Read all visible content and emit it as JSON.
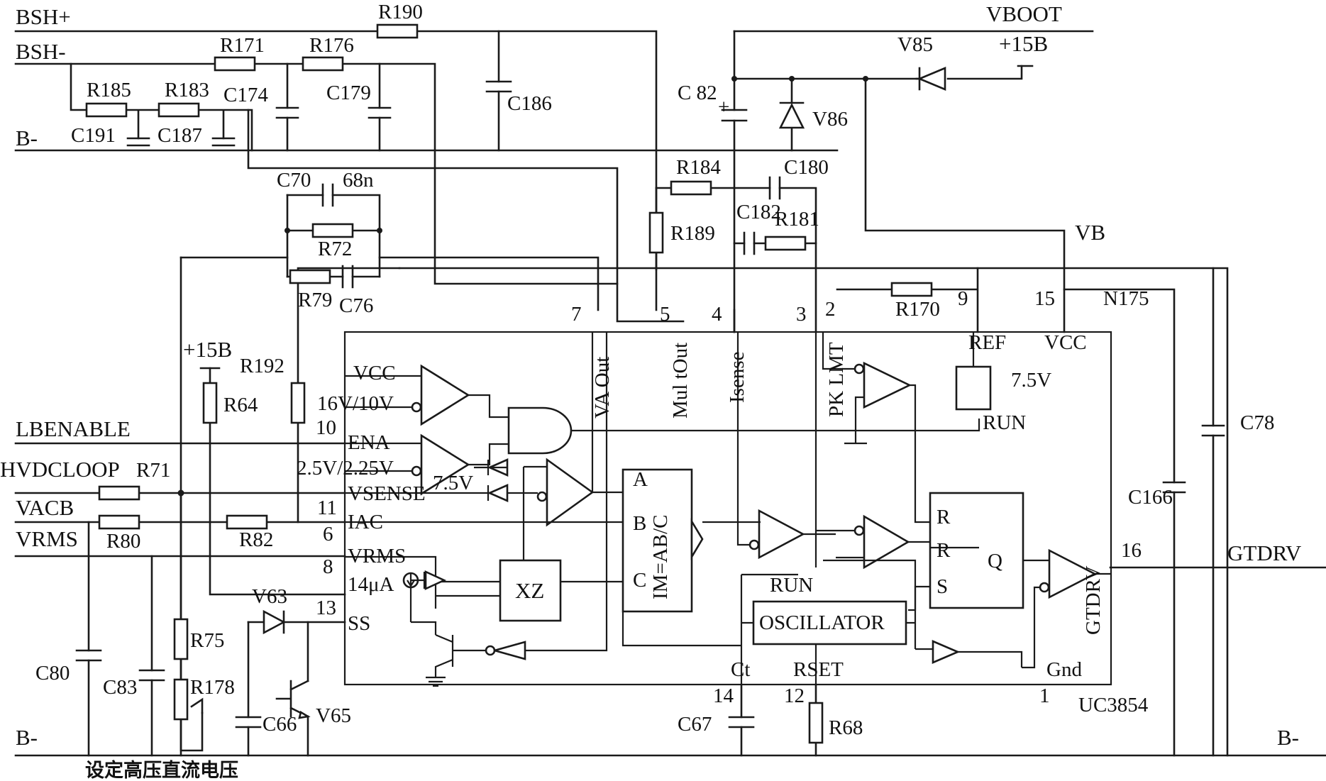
{
  "title": "UC3854",
  "caption": "设定高压直流电压",
  "nets": {
    "bsh_plus": "BSH+",
    "bsh_minus": "BSH-",
    "b_minus": "B-",
    "vboot": "VBOOT",
    "plus15b": "+15B",
    "vb": "VB",
    "lbenable": "LBENABLE",
    "hvdcloop": "HVDCLOOP",
    "vacb": "VACB",
    "vrms": "VRMS",
    "gtdrv": "GTDRV"
  },
  "components": {
    "r190": "R190",
    "r171": "R171",
    "r176": "R176",
    "r185": "R185",
    "r183": "R183",
    "c191": "C191",
    "c187": "C187",
    "c174": "C174",
    "c179": "C179",
    "c186": "C186",
    "c82": "C 82",
    "v85": "V85",
    "v86": "V86",
    "r184": "R184",
    "c180": "C180",
    "r189": "R189",
    "c182": "C182",
    "r181": "R181",
    "c70": "C70",
    "c70_value": "68n",
    "r72": "R72",
    "r79": "R79",
    "c76": "C76",
    "r170": "R170",
    "n175": "N175",
    "r192": "R192",
    "r64": "R64",
    "r71": "R71",
    "r80": "R80",
    "r82": "R82",
    "c80": "C80",
    "c83": "C83",
    "r75": "R75",
    "r178": "R178",
    "c66": "C66",
    "v63": "V63",
    "v65": "V65",
    "c67": "C67",
    "r68": "R68",
    "c78": "C78",
    "c166": "C166"
  },
  "pins": {
    "p7": "7",
    "p5": "5",
    "p4": "4",
    "p3": "3",
    "p2": "2",
    "p9": "9",
    "p15": "15",
    "p10": "10",
    "p11": "11",
    "p6": "6",
    "p8": "8",
    "p13": "13",
    "p14": "14",
    "p12": "12",
    "p1": "1",
    "p16": "16"
  },
  "ic_labels": {
    "vcc_left": "VCC",
    "v16_10": "16V/10V",
    "ena": "ENA",
    "v25_225": "2.5V/2.25V",
    "v75": "7.5V",
    "vsense": "VSENSE",
    "iac": "IAC",
    "vrms": "VRMS",
    "i14ua": "14μA",
    "ss": "SS",
    "va_out": "VA Out",
    "mul_out": "Mul tOut",
    "isense": "Isense",
    "pk_lmt": "PK LMT",
    "ref": "REF",
    "ref_voltage": "7.5V",
    "run": "RUN",
    "vcc_right": "VCC",
    "multiplier": "IM=AB/C",
    "in_a": "A",
    "in_b": "B",
    "in_c": "C",
    "xz": "XZ",
    "oscillator": "OSCILLATOR",
    "run_osc": "RUN",
    "ff_r1": "R",
    "ff_r2": "R",
    "ff_s": "S",
    "ff_q": "Q",
    "gtdrv": "GTDRV",
    "ct": "Ct",
    "rset": "RSET",
    "gnd": "Gnd"
  }
}
